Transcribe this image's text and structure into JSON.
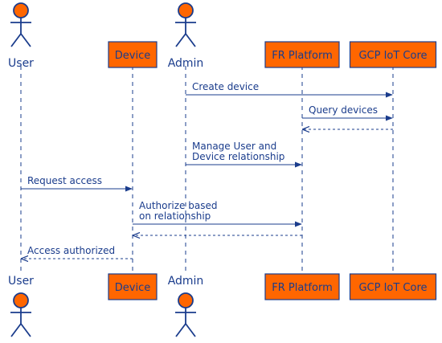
{
  "diagram": {
    "participants": [
      {
        "id": "user",
        "name": "User",
        "kind": "actor"
      },
      {
        "id": "device",
        "name": "Device",
        "kind": "box"
      },
      {
        "id": "admin",
        "name": "Admin",
        "kind": "actor"
      },
      {
        "id": "fr",
        "name": "FR Platform",
        "kind": "box"
      },
      {
        "id": "gcp",
        "name": "GCP IoT Core",
        "kind": "box"
      }
    ],
    "messages": [
      {
        "from": "admin",
        "to": "gcp",
        "lines": [
          "Create device"
        ],
        "style": "solid"
      },
      {
        "from": "fr",
        "to": "gcp",
        "lines": [
          "Query devices"
        ],
        "style": "solid"
      },
      {
        "from": "gcp",
        "to": "fr",
        "lines": [],
        "style": "dashed"
      },
      {
        "from": "admin",
        "to": "fr",
        "lines": [
          "Manage User and",
          "Device relationship"
        ],
        "style": "solid"
      },
      {
        "from": "user",
        "to": "device",
        "lines": [
          "Request access"
        ],
        "style": "solid"
      },
      {
        "from": "device",
        "to": "fr",
        "lines": [
          "Authorize based",
          "on relationship"
        ],
        "style": "solid"
      },
      {
        "from": "fr",
        "to": "device",
        "lines": [],
        "style": "dashed"
      },
      {
        "from": "device",
        "to": "user",
        "lines": [
          "Access authorized"
        ],
        "style": "dashed"
      }
    ],
    "colors": {
      "line": "#1a3c8c",
      "fill": "#ff6600",
      "text": "#1a3c8c"
    }
  }
}
